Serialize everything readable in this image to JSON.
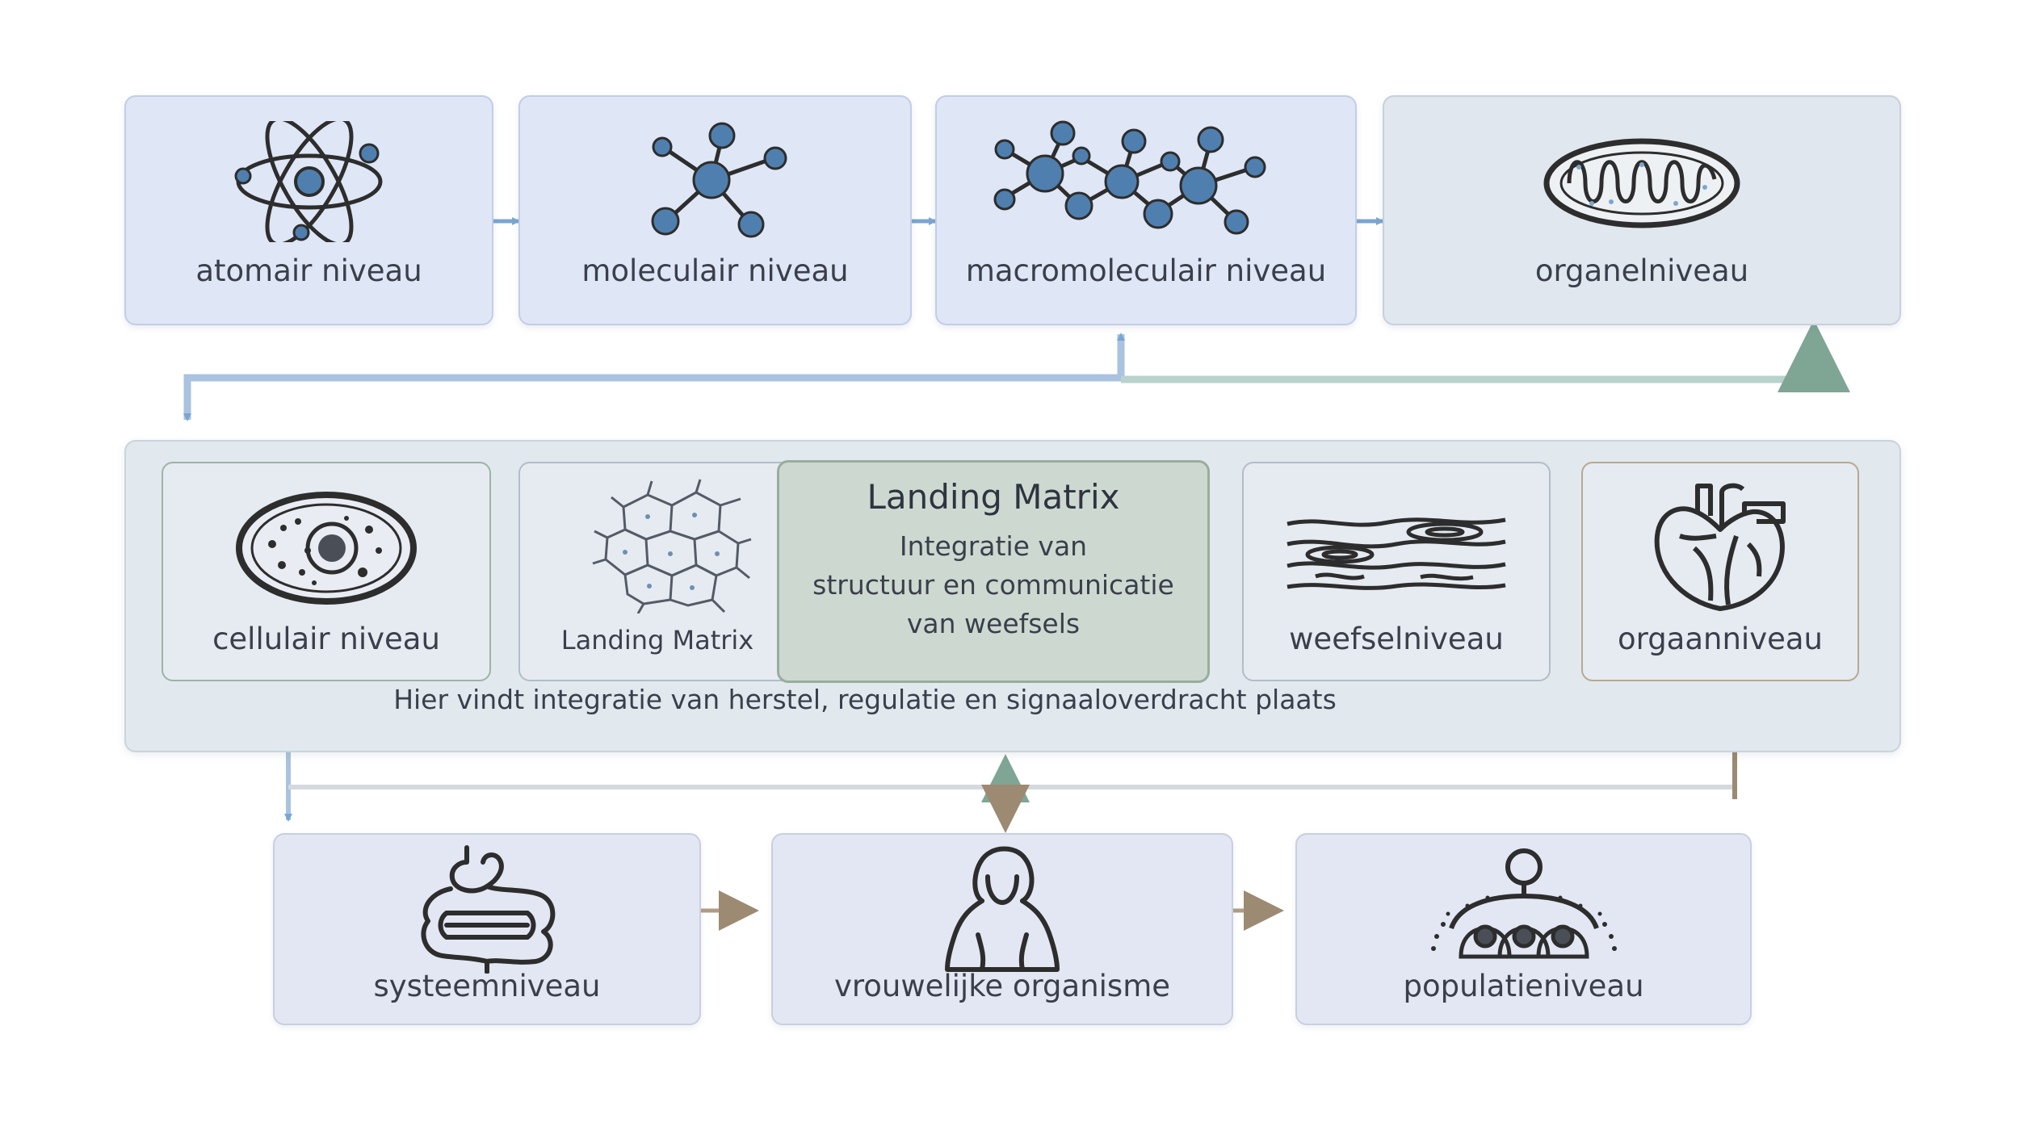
{
  "levels": {
    "atomic": "atomair niveau",
    "molecular": "moleculair niveau",
    "macromolecular": "macromoleculair niveau",
    "organelle": "organelniveau",
    "cellular": "cellulair niveau",
    "landing_matrix": "Landing Matrix",
    "tissue": "weefselniveau",
    "organ": "orgaanniveau",
    "system": "systeemniveau",
    "organism": "vrouwelijke organisme",
    "population": "populatieniveau"
  },
  "featured": {
    "title": "Landing Matrix",
    "subtitle_line1": "Integratie van",
    "subtitle_line2": "structuur en communicatie",
    "subtitle_line3": "van weefsels"
  },
  "panel_caption": "Hier vindt integratie van herstel, regulatie en signaaloverdracht plaats",
  "colors": {
    "arrow_blue": "#7aa6d0",
    "arrow_green": "#7fa595",
    "arrow_brown": "#9c8a72",
    "icon_blue": "#4f7fae"
  }
}
